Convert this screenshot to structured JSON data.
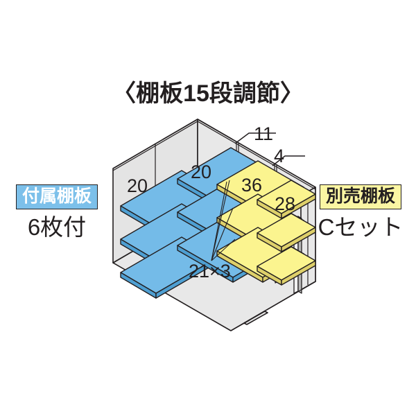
{
  "page": {
    "background": "#ffffff",
    "title": "〈棚板15段調節〉"
  },
  "left_label": {
    "badge": "付属棚板",
    "badge_bg": "#7cc0ea",
    "badge_text_color": "#ffffff",
    "sub": "6枚付"
  },
  "right_label": {
    "badge": "別売棚板",
    "badge_bg": "#fbf6a3",
    "badge_text_color": "#231f20",
    "sub": "Cセット"
  },
  "diagram": {
    "name": "storage-shed-isometric-cutaway",
    "shelf_included_color": "#74bbe8",
    "shelf_optional_color": "#fbf48f",
    "wall_color": "#e8e8e8",
    "floor_color": "#e8e8e8",
    "line_color": "#231f20",
    "annotations": {
      "back_left_gap": "20",
      "back_mid_gap": "20",
      "post_gap_11": "11",
      "post_gap_4": "4",
      "right_upper": "36",
      "right_side": "28",
      "shelf_count": "21×3"
    }
  }
}
